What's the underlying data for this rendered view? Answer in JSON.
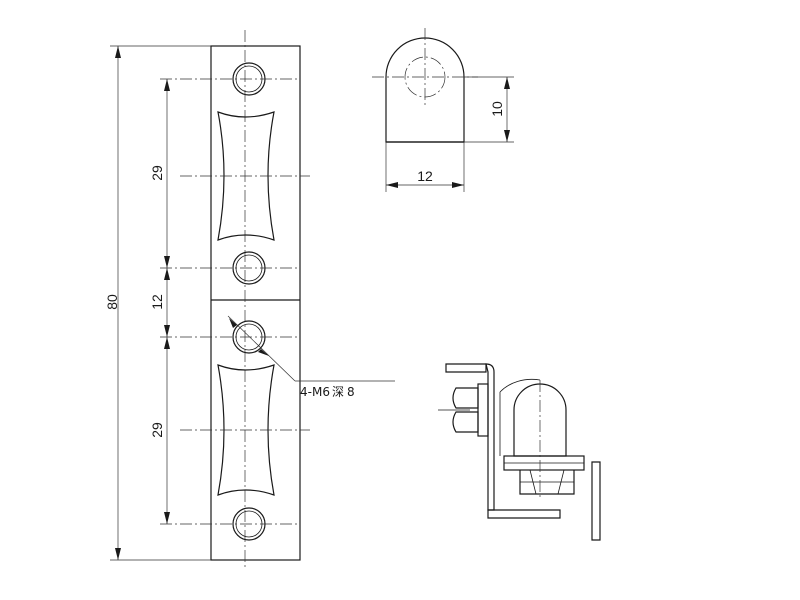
{
  "front_view": {
    "overall_length": "80",
    "upper_pitch": "29",
    "middle_gap": "12",
    "lower_pitch": "29",
    "hole_callout": "4-M6",
    "depth_label": "深",
    "depth_value": "8"
  },
  "end_view": {
    "width": "12",
    "height": "10"
  }
}
